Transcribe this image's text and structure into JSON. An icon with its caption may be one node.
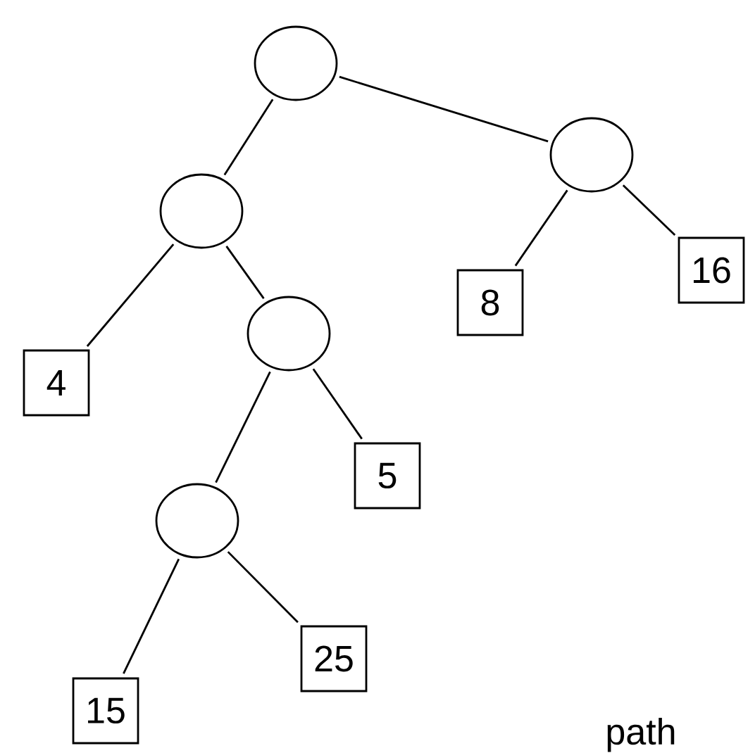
{
  "diagram": {
    "nodes": [
      {
        "text": [],
        "shape": "circle"
      },
      {
        "text": [],
        "shape": "circle"
      },
      {
        "text": [],
        "shape": "circle"
      },
      {
        "text": [
          "16"
        ]
      },
      {
        "text": [
          "8"
        ]
      },
      {
        "text": [],
        "shape": "circle"
      },
      {
        "text": [
          "4"
        ]
      },
      {
        "text": [
          "5"
        ]
      },
      {
        "text": [],
        "shape": "circle"
      },
      {
        "text": [
          "25"
        ]
      },
      {
        "text": [
          "15"
        ]
      }
    ],
    "edges": [
      {
        "from": 0,
        "to": 1,
        "arrow": "none"
      },
      {
        "from": 0,
        "to": 2,
        "arrow": "none"
      },
      {
        "from": 2,
        "to": 4,
        "arrow": "none"
      },
      {
        "from": 2,
        "to": 3,
        "arrow": "none"
      },
      {
        "from": 1,
        "to": 6,
        "arrow": "none"
      },
      {
        "from": 1,
        "to": 5,
        "arrow": "none"
      },
      {
        "from": 5,
        "to": 8,
        "arrow": "none"
      },
      {
        "from": 5,
        "to": 7,
        "arrow": "none"
      },
      {
        "from": 8,
        "to": 10,
        "arrow": "none"
      },
      {
        "from": 8,
        "to": 9,
        "arrow": "none"
      }
    ],
    "labels": [
      "path"
    ]
  }
}
